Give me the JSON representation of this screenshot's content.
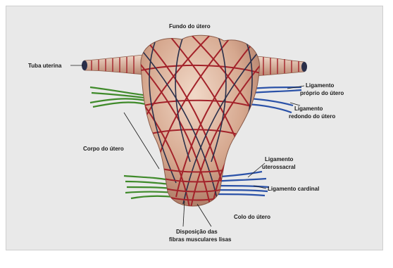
{
  "labels": {
    "fundus": "Fundo do útero",
    "tube": "Tuba uterina",
    "proper_ligament_line1": "Ligamento",
    "proper_ligament_line2": "próprio do útero",
    "round_ligament_line1": "Ligamento",
    "round_ligament_line2": "redondo do útero",
    "body": "Corpo do útero",
    "uterosacral_line1": "Ligamento",
    "uterosacral_line2": "uterossacral",
    "cardinal": "Ligamento cardinal",
    "cervix": "Colo do útero",
    "fibers_line1": "Disposição das",
    "fibers_line2": "fibras musculares lisas"
  },
  "colors": {
    "background": "#e9e9e9",
    "uterus_fill": "#d9b09a",
    "red_fibers": "#a3222a",
    "dark_fibers": "#2a2f4a",
    "green_ligament": "#3f8a2a",
    "blue_ligament": "#2b52a8"
  }
}
